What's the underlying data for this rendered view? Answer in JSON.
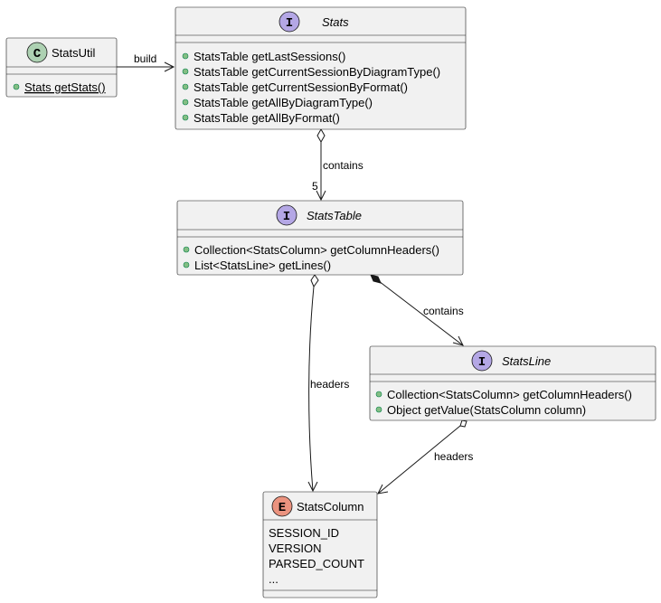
{
  "colors": {
    "class_badge": "#add1b2",
    "interface_badge": "#b4a7e5",
    "enum_badge": "#eb937f",
    "box_fill": "#f1f1f1"
  },
  "classes": {
    "stats_util": {
      "badge": "C",
      "name": "StatsUtil",
      "methods": [
        "Stats getStats()"
      ]
    },
    "stats": {
      "badge": "I",
      "name": "Stats",
      "methods": [
        "StatsTable getLastSessions()",
        "StatsTable getCurrentSessionByDiagramType()",
        "StatsTable getCurrentSessionByFormat()",
        "StatsTable getAllByDiagramType()",
        "StatsTable getAllByFormat()"
      ]
    },
    "stats_table": {
      "badge": "I",
      "name": "StatsTable",
      "methods": [
        "Collection<StatsColumn> getColumnHeaders()",
        "List<StatsLine> getLines()"
      ]
    },
    "stats_line": {
      "badge": "I",
      "name": "StatsLine",
      "methods": [
        "Collection<StatsColumn> getColumnHeaders()",
        "Object getValue(StatsColumn column)"
      ]
    },
    "stats_column": {
      "badge": "E",
      "name": "StatsColumn",
      "values": [
        "SESSION_ID",
        "VERSION",
        "PARSED_COUNT",
        "..."
      ]
    }
  },
  "edges": {
    "build": "build",
    "stats_contains": "contains",
    "stats_contains_mult": "5",
    "table_contains": "contains",
    "table_headers": "headers",
    "line_headers": "headers"
  }
}
